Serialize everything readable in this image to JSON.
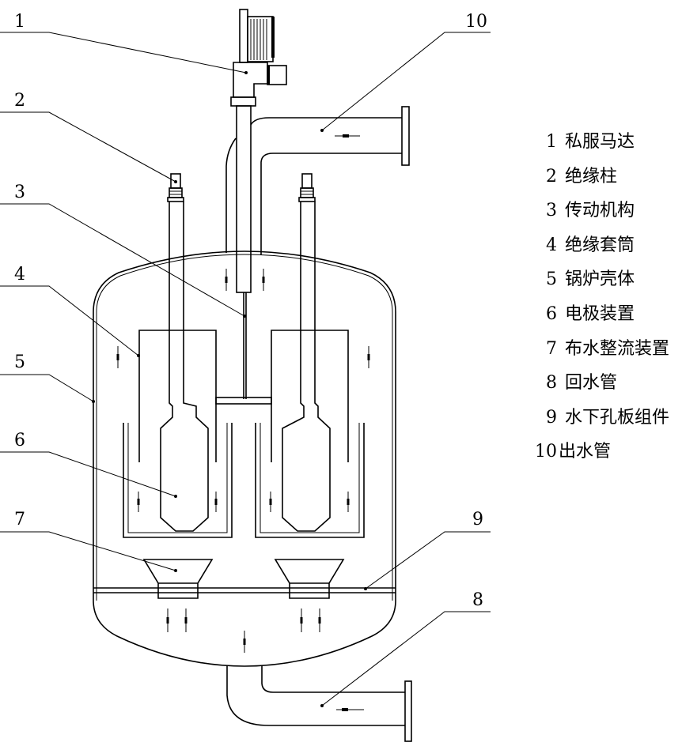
{
  "callouts": [
    {
      "num": "1"
    },
    {
      "num": "2"
    },
    {
      "num": "3"
    },
    {
      "num": "4"
    },
    {
      "num": "5"
    },
    {
      "num": "6"
    },
    {
      "num": "7"
    },
    {
      "num": "8"
    },
    {
      "num": "9"
    },
    {
      "num": "10"
    }
  ],
  "legend": [
    {
      "num": "1",
      "label": "私服马达"
    },
    {
      "num": "2",
      "label": "绝缘柱"
    },
    {
      "num": "3",
      "label": "传动机构"
    },
    {
      "num": "4",
      "label": "绝缘套筒"
    },
    {
      "num": "5",
      "label": "锅炉壳体"
    },
    {
      "num": "6",
      "label": "电极装置"
    },
    {
      "num": "7",
      "label": "布水整流装置"
    },
    {
      "num": "8",
      "label": "回水管"
    },
    {
      "num": "9",
      "label": "水下孔板组件"
    },
    {
      "num": "10",
      "label": "出水管"
    }
  ],
  "colors": {
    "line": "#000000",
    "background": "#ffffff"
  }
}
